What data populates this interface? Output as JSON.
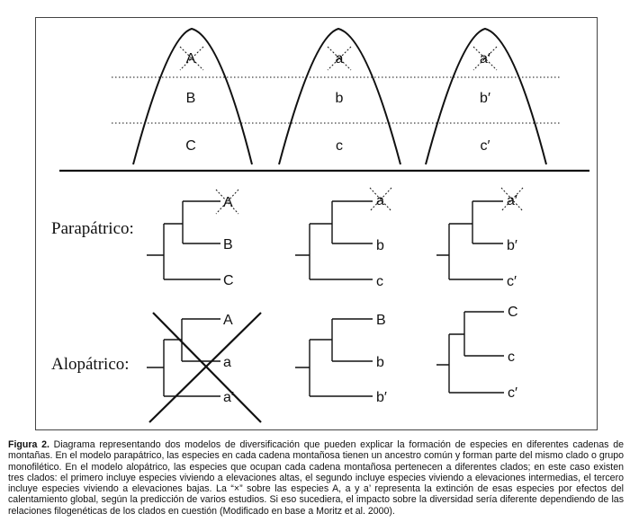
{
  "mountains": [
    {
      "top": "A",
      "middle": "B",
      "bottom": "C"
    },
    {
      "top": "a",
      "middle": "b",
      "bottom": "c"
    },
    {
      "top": "a′",
      "middle": "b′",
      "bottom": "c′"
    }
  ],
  "models": {
    "parapatric": {
      "label": "Parapátrico:",
      "trees": [
        {
          "tips": [
            "A",
            "B",
            "C"
          ]
        },
        {
          "tips": [
            "a",
            "b",
            "c"
          ]
        },
        {
          "tips": [
            "a′",
            "b′",
            "c′"
          ]
        }
      ]
    },
    "allopatric": {
      "label": "Alopátrico:",
      "trees": [
        {
          "tips": [
            "A",
            "a",
            "a′"
          ]
        },
        {
          "tips": [
            "B",
            "b",
            "b′"
          ]
        },
        {
          "tips": [
            "C",
            "c",
            "c′"
          ]
        }
      ]
    }
  },
  "caption": {
    "label": "Figura 2.",
    "text": " Diagrama representando dos modelos de diversificación que pueden explicar la formación de especies en diferentes cadenas de montañas. En el modelo parapátrico, las especies en cada cadena montañosa tienen un ancestro común y forman parte del mismo clado o grupo monofilético. En el modelo alopátrico, las especies que ocupan cada cadena montañosa pertenecen a diferentes clados; en este caso existen tres clados: el primero incluye especies viviendo a elevaciones altas, el segundo incluye especies viviendo a elevaciones intermedias, el tercero incluye especies viviendo a elevaciones bajas. La “×” sobre las especies A, a y a’ representa la extinción de esas especies por efectos del calentamiento global, según la predicción de varios estudios. Si eso sucediera, el impacto sobre la diversidad sería diferente dependiendo de las relaciones filogenéticas de los clados en cuestión (Modificado en base a Moritz et al. 2000)."
  }
}
